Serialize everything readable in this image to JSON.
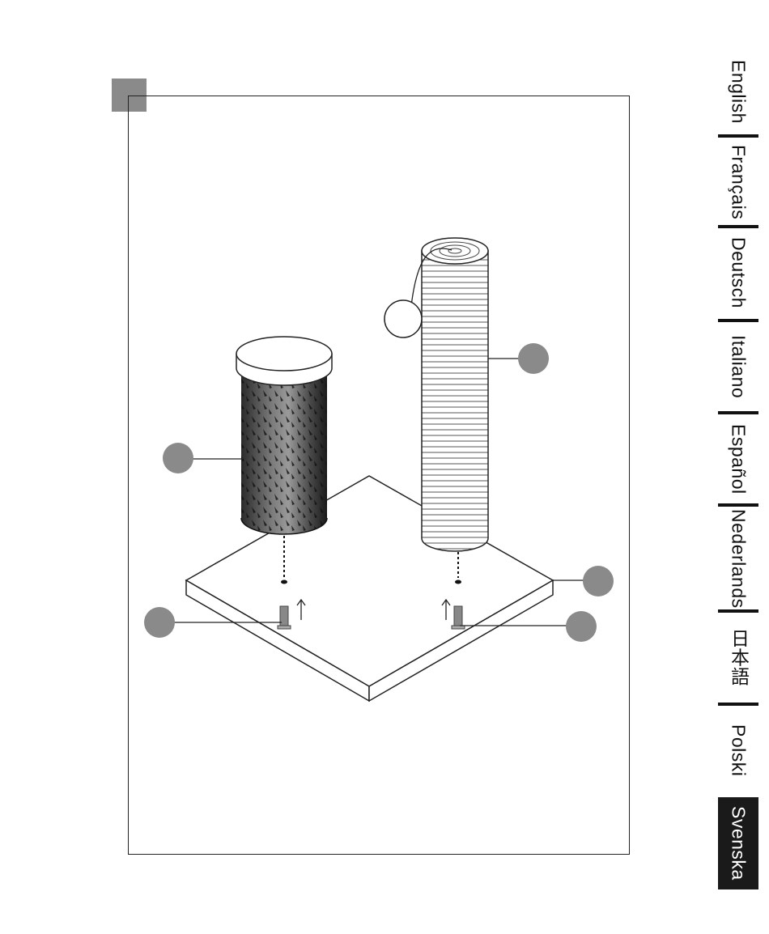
{
  "languages": [
    {
      "label": "English",
      "active": false
    },
    {
      "label": "Français",
      "active": false
    },
    {
      "label": "Deutsch",
      "active": false
    },
    {
      "label": "Italiano",
      "active": false
    },
    {
      "label": "Español",
      "active": false
    },
    {
      "label": "Nederlands",
      "active": false
    },
    {
      "label": "日本語",
      "active": false
    },
    {
      "label": "Polski",
      "active": false
    },
    {
      "label": "Svenska",
      "active": true
    }
  ],
  "colors": {
    "marker": "#8a8a8a",
    "callout": "#8a8a8a",
    "active_tab": "#1a1a1a"
  },
  "icons": [
    "step-marker",
    "callout-dot",
    "screw-icon",
    "arrow-up-icon",
    "string-ball-icon"
  ]
}
